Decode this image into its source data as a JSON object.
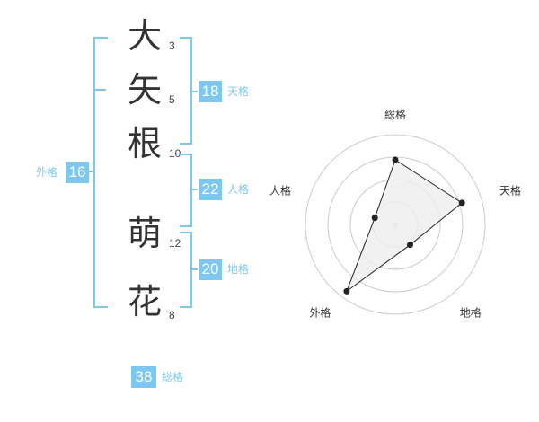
{
  "name": {
    "chars": [
      {
        "char": "大",
        "strokes": "3"
      },
      {
        "char": "矢",
        "strokes": "5"
      },
      {
        "char": "根",
        "strokes": "10"
      },
      {
        "char": "萌",
        "strokes": "12"
      },
      {
        "char": "花",
        "strokes": "8"
      }
    ]
  },
  "kakusu": {
    "tenkaku": {
      "value": "18",
      "label": "天格"
    },
    "jinkaku": {
      "value": "22",
      "label": "人格"
    },
    "chikaku": {
      "value": "20",
      "label": "地格"
    },
    "gaikaku": {
      "value": "16",
      "label": "外格"
    },
    "soukaku": {
      "value": "38",
      "label": "総格"
    }
  },
  "colors": {
    "accent": "#7dc7f0",
    "text": "#333333",
    "ring": "#cccccc",
    "fill": "#eeeeee"
  },
  "chart_data": {
    "type": "radar",
    "axes": [
      "総格",
      "天格",
      "地格",
      "外格",
      "人格"
    ],
    "values": [
      0.72,
      0.78,
      0.28,
      0.92,
      0.24
    ],
    "rings": 4,
    "scale": [
      0,
      1
    ]
  }
}
